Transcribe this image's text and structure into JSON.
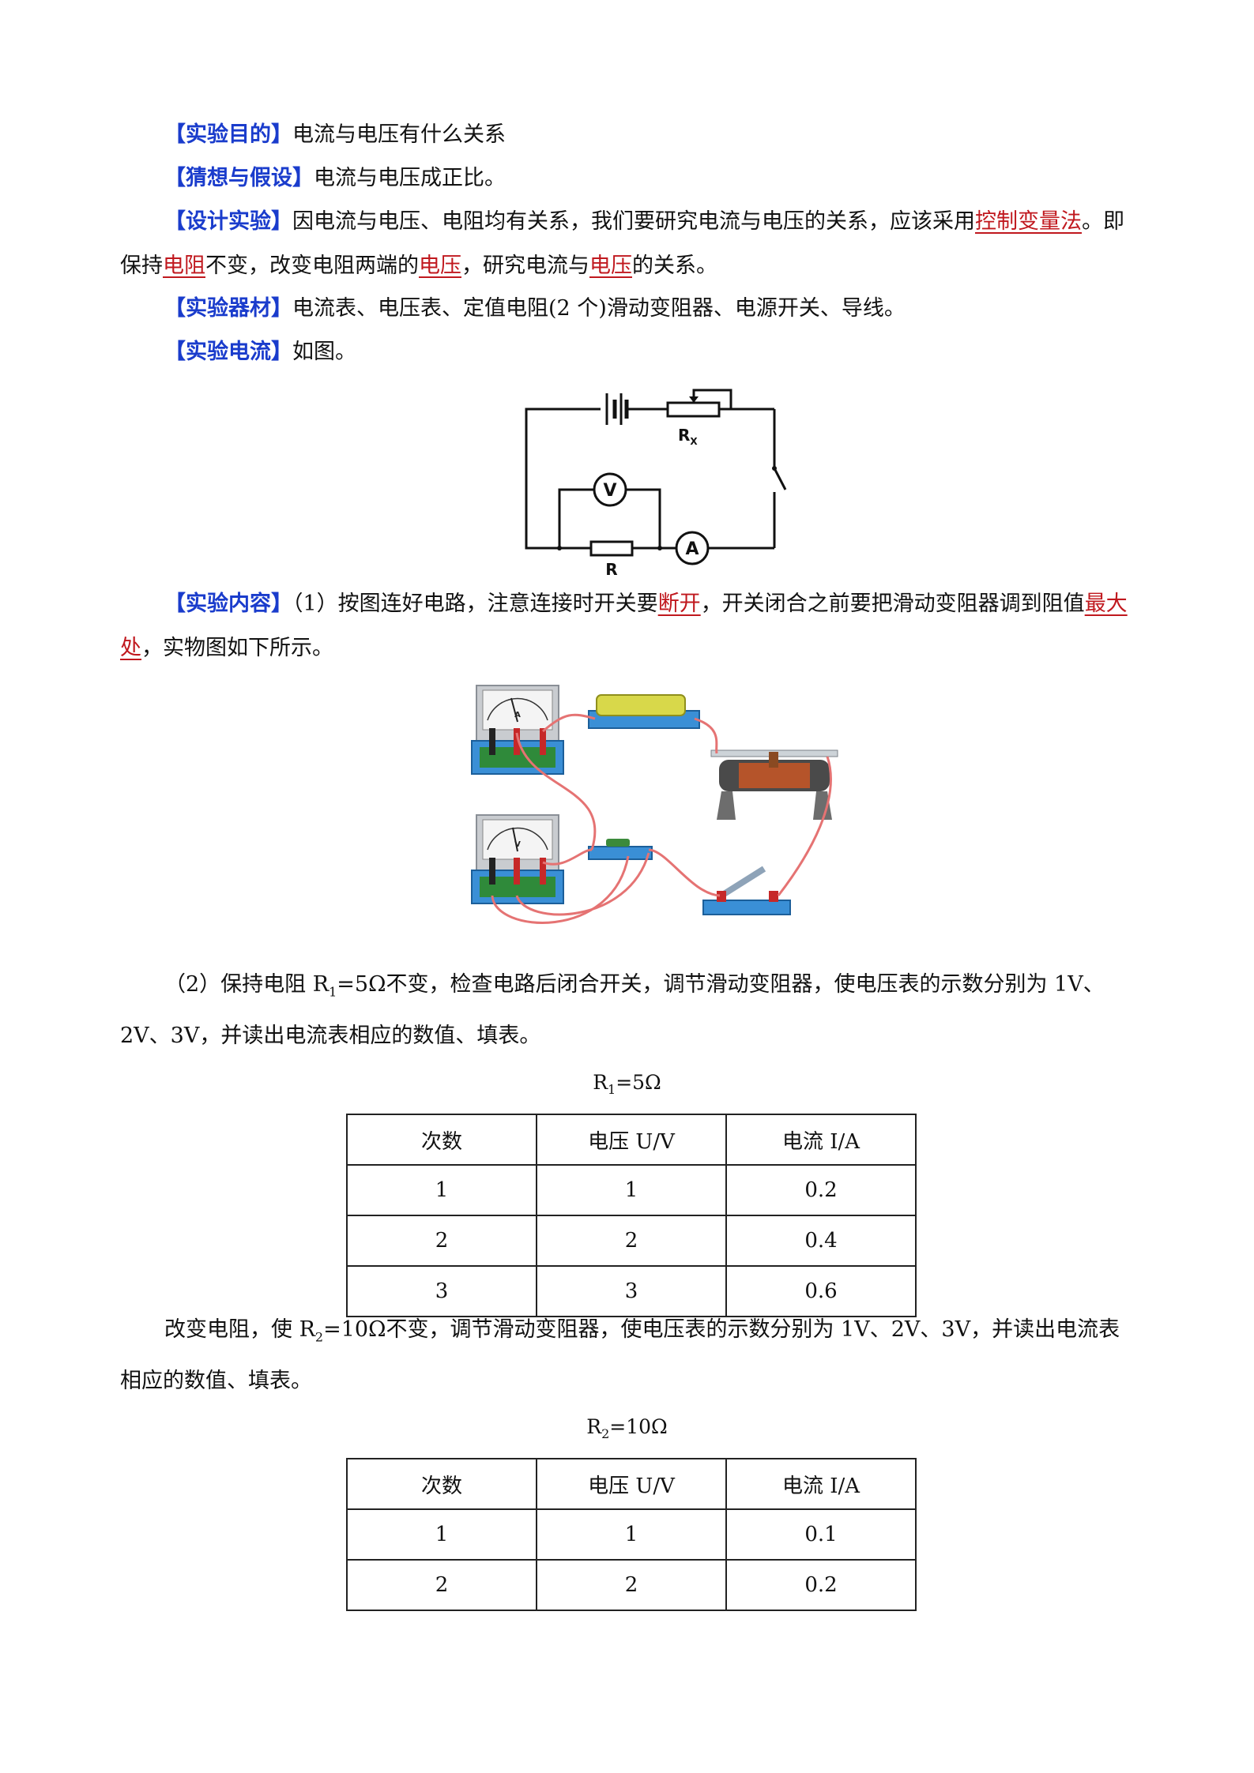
{
  "sections": {
    "purpose": {
      "label": "【实验目的】",
      "text": "电流与电压有什么关系"
    },
    "hypothesis": {
      "label": "【猜想与假设】",
      "text": "电流与电压成正比。"
    },
    "design": {
      "label": "【设计实验】",
      "t1": "因电流与电压、电阻均有关系，我们要研究电流与电压的关系，应该采用",
      "a1": "控制变量法",
      "t2": "。即保持",
      "a2": "电阻",
      "t3": "不变，改变电阻两端的",
      "a3": "电压",
      "t4": "，研究电流与",
      "a4": "电压",
      "t5": "的关系。"
    },
    "equipment": {
      "label": "【实验器材】",
      "text": "电流表、电压表、定值电阻(2 个)滑动变阻器、电源开关、导线。"
    },
    "circuit": {
      "label": "【实验电流】",
      "text": "如图。"
    },
    "content": {
      "label": "【实验内容】",
      "t1": "（1）按图连好电路，注意连接时开关要",
      "a1": "断开",
      "t2": "，开关闭合之前要把滑动变阻器调到阻值",
      "a2": "最大处",
      "t3": "，实物图如下所示。"
    },
    "step2": {
      "t1": "（2）保持电阻 R",
      "sub": "1",
      "t2": "=5Ω不变，检查电路后闭合开关，调节滑动变阻器，使电压表的示数分别为 1V、2V、3V，并读出电流表相应的数值、填表。"
    },
    "step3": {
      "t1": "改变电阻，使 R",
      "sub": "2",
      "t2": "=10Ω不变，调节滑动变阻器，使电压表的示数分别为 1V、2V、3V，并读出电流表相应的数值、填表。"
    }
  },
  "diagram_labels": {
    "rx": "R",
    "rx_sub": "X",
    "r": "R",
    "voltmeter": "V",
    "ammeter": "A"
  },
  "meter_labels": {
    "ammeter": "A",
    "voltmeter": "V"
  },
  "table1": {
    "caption_main": "R",
    "caption_sub": "1",
    "caption_rest": "=5Ω",
    "headers": [
      "次数",
      "电压 U/V",
      "电流 I/A"
    ],
    "rows": [
      [
        "1",
        "1",
        "0.2"
      ],
      [
        "2",
        "2",
        "0.4"
      ],
      [
        "3",
        "3",
        "0.6"
      ]
    ]
  },
  "table2": {
    "caption_main": "R",
    "caption_sub": "2",
    "caption_rest": "=10Ω",
    "headers": [
      "次数",
      "电压 U/V",
      "电流 I/A"
    ],
    "rows": [
      [
        "1",
        "1",
        "0.1"
      ],
      [
        "2",
        "2",
        "0.2"
      ]
    ]
  },
  "colors": {
    "heading": "#1a3ccc",
    "answer": "#c0181e",
    "wire": "#e57373"
  }
}
